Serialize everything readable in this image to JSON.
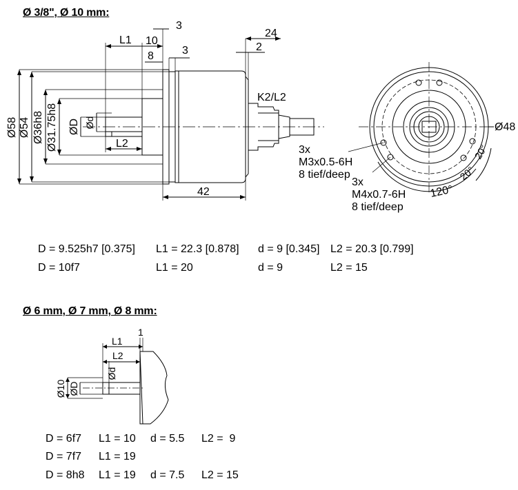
{
  "section1": {
    "title": "Ø 3/8\", Ø 10 mm:",
    "labels": {
      "L1": "L1",
      "L2": "L2",
      "dim10": "10",
      "dim3a": "3",
      "dim8": "8",
      "dim3b": "3",
      "dim24": "24",
      "dim2": "2",
      "dim42": "42",
      "diam58": "Ø58",
      "diam54": "Ø54",
      "diam36": "Ø36h8",
      "diam3175": "Ø31.75h8",
      "diamD": "ØD",
      "diamd": "Ød",
      "k2l2": "K2/L2",
      "diam48": "Ø48",
      "m3_count": "3x",
      "m3_thread": "M3x0.5-6H",
      "m3_depth": "8 tief/deep",
      "m4_count": "3x",
      "m4_thread": "M4x0.7-6H",
      "m4_depth": "8 tief/deep",
      "angle120": "120°",
      "angle20a": "20°",
      "angle20b": "20°"
    },
    "rows": [
      [
        "D = 9.525h7 [0.375]",
        "L1 = 22.3 [0.878]",
        "d = 9 [0.345]",
        "L2 = 20.3 [0.799]"
      ],
      [
        "D = 10f7",
        "L1 = 20",
        "d = 9",
        "L2 = 15"
      ]
    ]
  },
  "section2": {
    "title": "Ø 6 mm, Ø 7 mm, Ø 8 mm:",
    "labels": {
      "L1": "L1",
      "L2": "L2",
      "dim1": "1",
      "diam10": "Ø10",
      "diamD": "ØD",
      "diamd": "Ød"
    },
    "rows": [
      [
        "D = 6f7",
        "L1 = 10",
        "d = 5.5",
        "L2 =  9"
      ],
      [
        "D = 7f7",
        "L1 = 19",
        "",
        ""
      ],
      [
        "D = 8h8",
        "L1 = 19",
        "d = 7.5",
        "L2 = 15"
      ]
    ]
  }
}
